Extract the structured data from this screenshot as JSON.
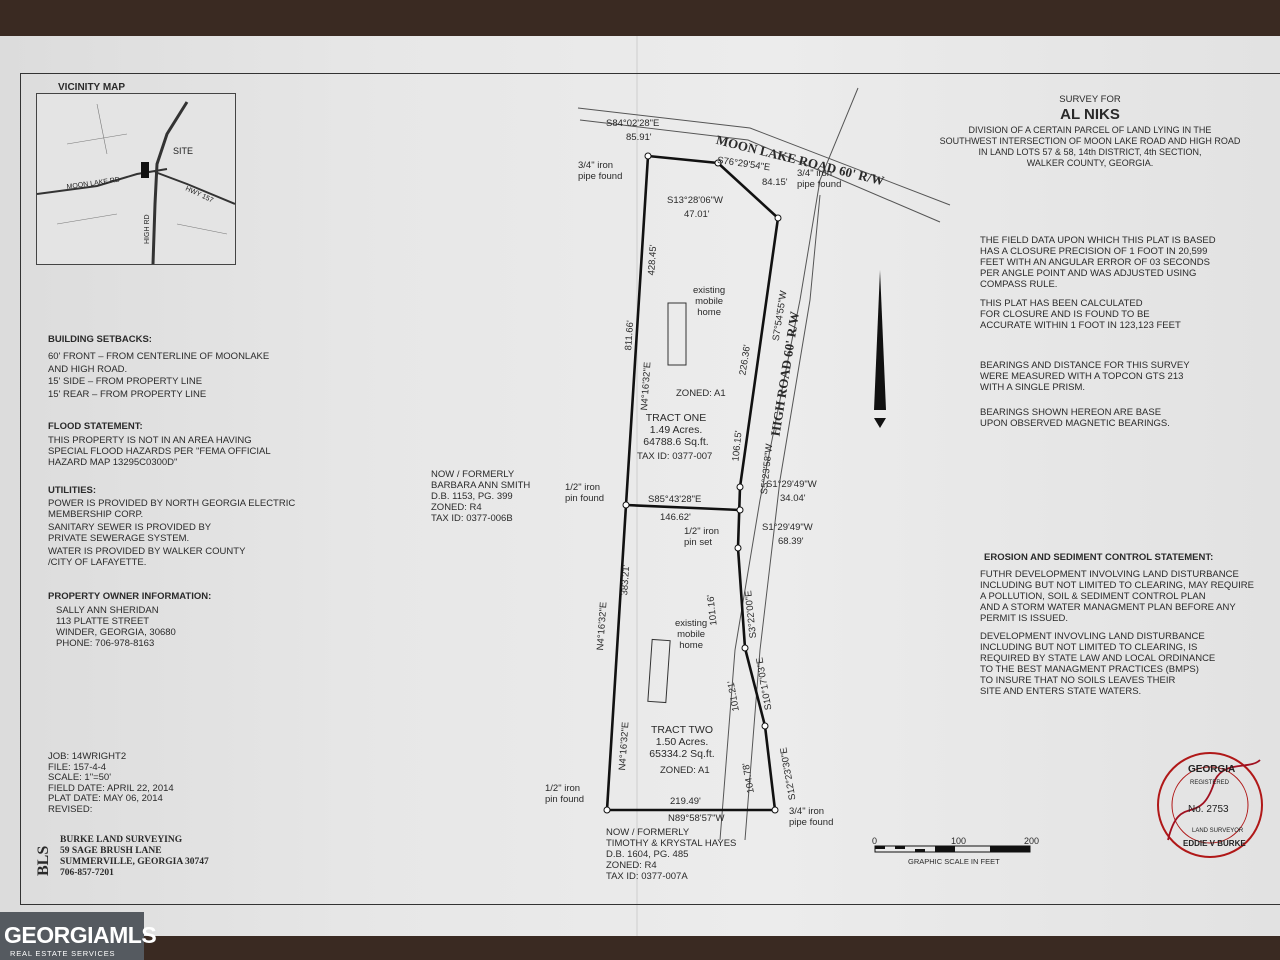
{
  "vicinity": {
    "title": "VICINITY MAP",
    "site": "SITE",
    "moon_lake_rd": "MOON LAKE RD",
    "hwy": "HWY 157",
    "high_rd": "HIGH RD"
  },
  "header": {
    "survey_for": "SURVEY FOR",
    "client": "AL NIKS",
    "description": "DIVISION OF A CERTAIN PARCEL OF LAND LYING IN THE\nSOUTHWEST INTERSECTION OF MOON LAKE ROAD AND HIGH ROAD\nIN LAND LOTS 57 & 58, 14th DISTRICT, 4th SECTION,\nWALKER COUNTY, GEORGIA."
  },
  "notes_right": {
    "closure": "THE FIELD DATA UPON WHICH THIS PLAT IS BASED\nHAS A CLOSURE PRECISION OF 1 FOOT IN 20,599\nFEET WITH AN ANGULAR ERROR OF 03 SECONDS\nPER ANGLE POINT AND WAS ADJUSTED USING\nCOMPASS RULE.",
    "calculated": "THIS PLAT HAS BEEN CALCULATED\nFOR CLOSURE AND IS FOUND TO BE\nACCURATE WITHIN 1 FOOT IN 123,123 FEET",
    "instrument": "BEARINGS AND DISTANCE FOR THIS SURVEY\nWERE MEASURED WITH A TOPCON GTS 213\nWITH A SINGLE PRISM.",
    "bearings": "BEARINGS SHOWN HEREON ARE BASE\nUPON OBSERVED MAGNETIC BEARINGS.",
    "erosion_title": "EROSION AND SEDIMENT CONTROL STATEMENT:",
    "erosion_1": "FUTHR DEVELOPMENT INVOLVING LAND DISTURBANCE\nINCLUDING BUT NOT LIMITED TO CLEARING, MAY REQUIRE\nA POLLUTION, SOIL & SEDIMENT CONTROL PLAN\nAND A STORM WATER MANAGMENT PLAN BEFORE ANY\nPERMIT IS ISSUED.",
    "erosion_2": "DEVELOPMENT INVOVLING LAND DISTURBANCE\nINCLUDING BUT NOT LIMITED TO CLEARING, IS\nREQUIRED BY STATE LAW AND LOCAL ORDINANCE\nTO THE BEST MANAGMENT PRACTICES (BMPS)\nTO INSURE THAT NO SOILS LEAVES THEIR\nSITE AND ENTERS STATE WATERS."
  },
  "notes_left": {
    "setbacks_title": "BUILDING SETBACKS:",
    "setbacks": "60' FRONT – FROM CENTERLINE OF MOONLAKE\nAND HIGH ROAD.\n15' SIDE – FROM PROPERTY LINE\n15' REAR – FROM PROPERTY LINE",
    "flood_title": "FLOOD STATEMENT:",
    "flood": "THIS PROPERTY IS NOT IN AN AREA HAVING\nSPECIAL FLOOD HAZARDS PER \"FEMA OFFICIAL\nHAZARD MAP 13295C0300D\"",
    "utilities_title": "UTILITIES:",
    "power": "POWER IS PROVIDED BY NORTH GEORGIA ELECTRIC\nMEMBERSHIP CORP.",
    "sewer": "SANITARY SEWER IS PROVIDED BY\nPRIVATE SEWERAGE SYSTEM.",
    "water": "WATER IS PROVIDED BY WALKER COUNTY\n/CITY OF LAFAYETTE.",
    "owner_title": "PROPERTY OWNER INFORMATION:",
    "owner": "SALLY ANN SHERIDAN\n113 PLATTE STREET\nWINDER, GEORGIA, 30680\nPHONE: 706-978-8163",
    "job": "JOB: 14WRIGHT2\nFILE: 157-4-4\nSCALE: 1\"=50'\nFIELD DATE: APRIL 22, 2014\nPLAT DATE: MAY 06, 2014\nREVISED:",
    "bls": "BLS",
    "firm": "BURKE LAND SURVEYING\n59 SAGE BRUSH LANE\nSUMMERVILLE, GEORGIA 30747\n706-857-7201"
  },
  "plat": {
    "moon_lake_road": "MOON LAKE ROAD   60' R/W",
    "high_road": "HIGH ROAD  60' R/W",
    "b_top_w": "S84°02'28\"E",
    "d_top_w": "85.91'",
    "b_top_e": "S76°29'54\"E",
    "d_top_e": "84.15'",
    "pipe_nw": "3/4\" iron\npipe found",
    "pipe_ne": "3/4\" iron\npipe found",
    "b_s13": "S13°28'06\"W",
    "d_s13": "47.01'",
    "b_s7": "S7°54'55\"W",
    "d_s7": "226.36'",
    "d_w_total": "811.66'",
    "d_w_upper": "428.45'",
    "b_w_upper": "N4°16'32\"E",
    "mobile_1": "existing\nmobile\nhome",
    "zoned_1": "ZONED: A1",
    "tract_one": "TRACT ONE\n1.49 Acres.\n64788.6 Sq.ft.",
    "tax_one": "TAX ID: 0377-007",
    "d_106": "106.15'",
    "b_s5": "S5°23'58\"W",
    "adj_w": "NOW / FORMERLY\nBARBARA ANN SMITH\nD.B. 1153, PG. 399\nZONED: R4\nTAX ID: 0377-006B",
    "pin_w": "1/2\" iron\npin found",
    "b_div": "S85°43'28\"E",
    "d_div": "146.62'",
    "pin_set": "1/2\" iron\npin set",
    "b_s1a": "S1°29'49\"W",
    "d_s1a": "34.04'",
    "b_s1b": "S1°29'49\"W",
    "d_s1b": "68.39'",
    "d_w_lower": "383.21'",
    "b_w_lower": "N4°16'32\"E",
    "b_w_lower2": "N4°16'32\"E",
    "b_s3": "S3°22'00\"E",
    "d_s3": "101.16'",
    "b_s10": "S10°17'03\"E",
    "d_s10": "101.21'",
    "b_s12": "S12°23'30\"E",
    "d_s12": "104.78'",
    "mobile_2": "existing\nmobile\nhome",
    "tract_two": "TRACT TWO\n1.50 Acres.\n65334.2 Sq.ft.",
    "zoned_2": "ZONED: A1",
    "pin_sw": "1/2\" iron\npin found",
    "d_south": "219.49'",
    "b_south": "N89°58'57\"W",
    "pipe_se": "3/4\" iron\npipe found",
    "adj_s": "NOW / FORMERLY\nTIMOTHY & KRYSTAL HAYES\nD.B. 1604, PG. 485\nZONED: R4\nTAX ID: 0377-007A",
    "scale_0": "0",
    "scale_100": "100",
    "scale_200": "200",
    "scale_label": "GRAPHIC SCALE IN FEET"
  },
  "seal": {
    "state": "GEORGIA",
    "registered": "REGISTERED",
    "no": "No. 2753",
    "land_surveyor": "LAND SURVEYOR",
    "name": "EDDIE V BURKE"
  },
  "watermark": {
    "name": "GEORGIAMLS",
    "sub": "REAL ESTATE SERVICES"
  }
}
